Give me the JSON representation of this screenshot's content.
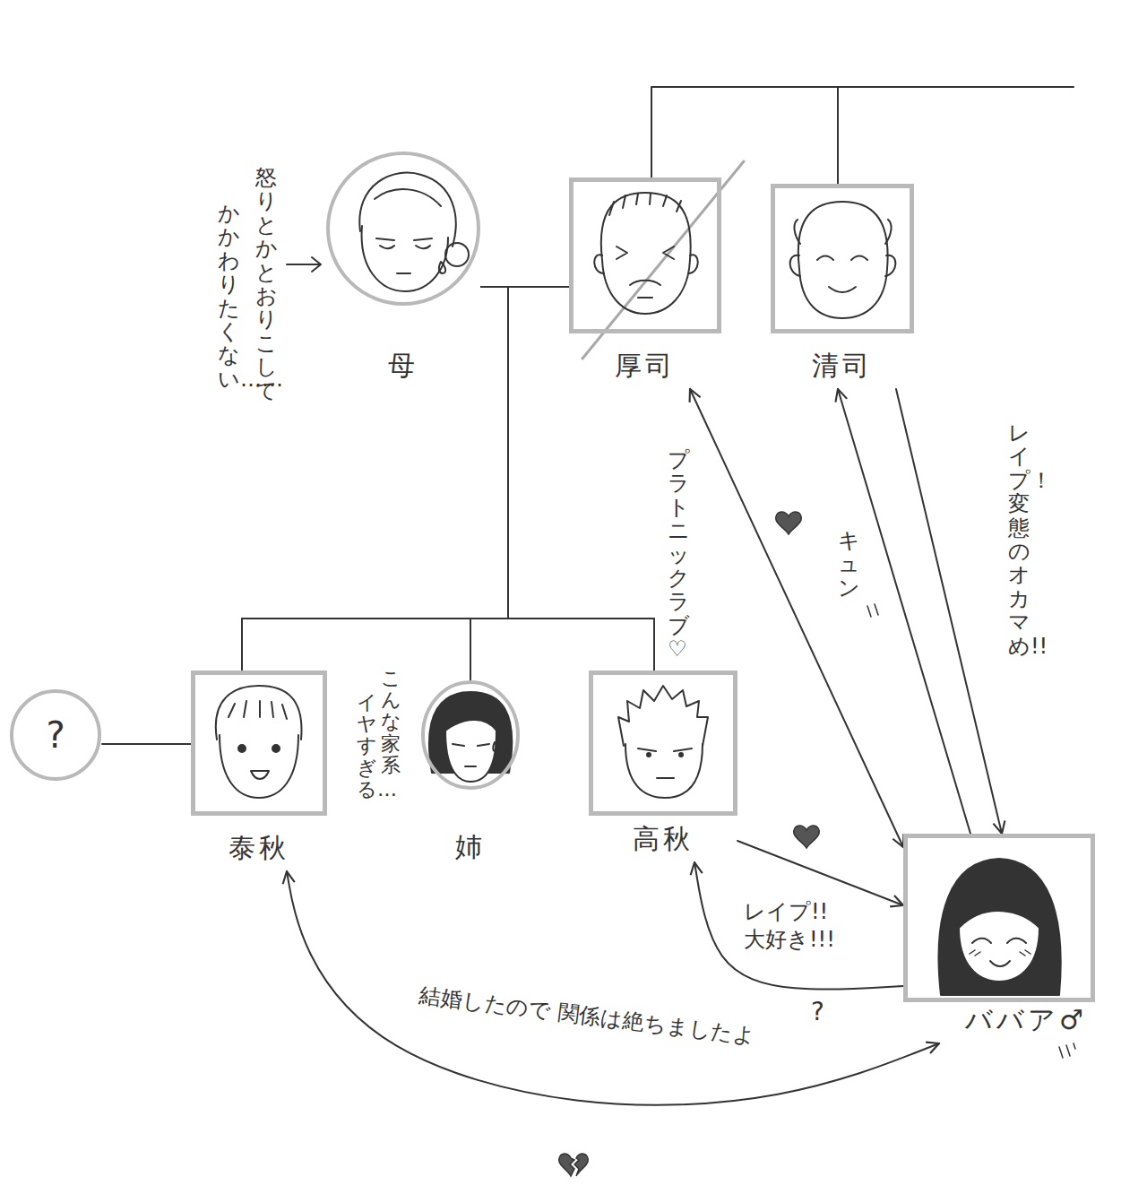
{
  "diagram": {
    "nodes": [
      {
        "text": [
          "母"
        ]
      },
      {
        "text": [
          "厚司"
        ]
      },
      {
        "text": [
          "清司"
        ]
      },
      {
        "text": [
          "?"
        ]
      },
      {
        "text": [
          "泰秋"
        ]
      },
      {
        "text": [
          "姉"
        ]
      },
      {
        "text": [
          "高秋"
        ]
      },
      {
        "text": [
          "ババア♂"
        ]
      }
    ],
    "edges": [
      {
        "from": 0,
        "to": 1,
        "arrow": "none"
      },
      {
        "from": 1,
        "to": 2,
        "arrow": "none"
      },
      {
        "from": 0,
        "to": 4,
        "arrow": "none"
      },
      {
        "from": 0,
        "to": 5,
        "arrow": "none"
      },
      {
        "from": 0,
        "to": 6,
        "arrow": "none"
      },
      {
        "from": 1,
        "to": 4,
        "arrow": "none"
      },
      {
        "from": 1,
        "to": 5,
        "arrow": "none"
      },
      {
        "from": 1,
        "to": 6,
        "arrow": "none"
      },
      {
        "from": 3,
        "to": 4,
        "arrow": "none"
      },
      {
        "from": 7,
        "to": 1,
        "arrow": "both",
        "label": "プラトニックラブ♡"
      },
      {
        "from": 7,
        "to": 2,
        "arrow": "to",
        "label": "キュン"
      },
      {
        "from": 2,
        "to": 7,
        "arrow": "to",
        "label": "レイプ！変態のオカマめ!!"
      },
      {
        "from": 6,
        "to": 7,
        "arrow": "to",
        "label": "レイプ!! 大好き!!!"
      },
      {
        "from": 7,
        "to": 6,
        "arrow": "to",
        "label": "?"
      },
      {
        "from": 4,
        "to": 7,
        "arrow": "both",
        "label": "結婚したので 関係は絶ちましたよ"
      }
    ],
    "labels": [
      "怒りとか とおりこして",
      "かかわりたくない……",
      "こんな家系",
      "イヤすぎる…"
    ]
  }
}
